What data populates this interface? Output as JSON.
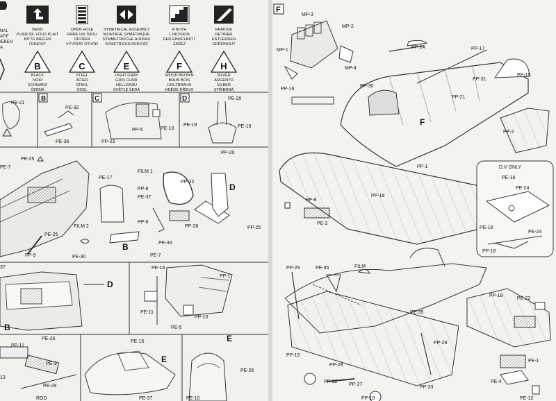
{
  "legend": {
    "symbols": [
      {
        "glyph": "↱",
        "lines": [
          "BEND",
          "PLIER SIL VOUS PLAIT",
          "BITTE BIEGEN",
          "OHNOUT"
        ]
      },
      {
        "glyph": "",
        "lines": [
          "OPEN HOLE",
          "FAIRE UN TROU",
          "OFFNEN",
          "VYVRTAT OTVOR"
        ]
      },
      {
        "glyph": "◀▶",
        "lines": [
          "SYMETRICAL ASSEMBLY",
          "MONTAGE SYMÉTRIQUE",
          "SYMMETRISCHE AUFBAU",
          "SYMETRICKÁ MONTÁŽ"
        ]
      },
      {
        "glyph": "",
        "lines": [
          "A NOTH",
          "L INCISION",
          "DER EINSCHNITT",
          "ZÁŘEZ"
        ]
      },
      {
        "glyph": "",
        "lines": [
          "REMOVE",
          "RETIRER",
          "ENTFERNEN",
          "ODŘÍZNOUT"
        ]
      }
    ],
    "left_fragments": [
      "NAL",
      "ATIF",
      "IEBEN",
      "A"
    ],
    "colors": [
      {
        "letter": "B",
        "lines": [
          "BLACK",
          "NOIR",
          "SCHWARZ",
          "ČERNÁ"
        ]
      },
      {
        "letter": "C",
        "lines": [
          "STEEL",
          "ACIER",
          "STAHL",
          "OCEL"
        ]
      },
      {
        "letter": "E",
        "lines": [
          "LIGHT GRAY",
          "GRIS CLAIR",
          "HELLGRAU",
          "SVĚTLE ŠEDÁ"
        ]
      },
      {
        "letter": "F",
        "lines": [
          "WOOD BROWN",
          "BRUN BOIS",
          "HOLZBRAUN",
          "HNĚDÉ DŘEVO"
        ]
      },
      {
        "letter": "H",
        "lines": [
          "SILVER",
          "ARGENTO",
          "SILBER",
          "STŘÍBRNÁ"
        ]
      }
    ]
  },
  "left_page": {
    "row1": {
      "a_labels": [
        "PE-21"
      ],
      "b": {
        "letter": "B",
        "labels": [
          "PE-32",
          "PE-36"
        ]
      },
      "c": {
        "letter": "C",
        "labels": [
          "PP-5",
          "PE-10",
          "PP-23"
        ]
      },
      "d": {
        "letter": "D",
        "labels": [
          "PE-20",
          "PE-19",
          "PE-19",
          "PP-20"
        ]
      }
    },
    "row2": {
      "labels": [
        "PE-25",
        "PE-7",
        "PE-17",
        "FILM 1",
        "PP-22",
        "PP-8",
        "PE-37",
        "FILM 2",
        "PE-25",
        "PP-9",
        "PE-30",
        "PP-6",
        "PP-26",
        "PE-34",
        "PE-7",
        "PP-25"
      ],
      "letters": [
        "B",
        "D"
      ]
    },
    "row3": {
      "labels": [
        "37",
        "PE-16",
        "PP-1",
        "PE-11",
        "PE-5",
        "PP-10"
      ],
      "letters": [
        "D",
        "B"
      ]
    },
    "row4": {
      "labels": [
        "PP-11",
        "PE-26",
        "PE-3",
        "13",
        "PE-29",
        "ROD",
        "PE-15",
        "PE-37",
        "PE-26",
        "PE-10"
      ],
      "letters": [
        "E",
        "E"
      ]
    }
  },
  "right_page": {
    "section_letter": "F",
    "top_labels": [
      "MP-3",
      "MP-2",
      "MP-1",
      "MP-4",
      "PP-24",
      "PP-17",
      "PP-15",
      "PP-16",
      "PP-30",
      "PP-31",
      "PP-21",
      "F",
      "PP-2",
      "PP-1"
    ],
    "mid_labels": [
      "PP-8",
      "PE-2",
      "PP-18"
    ],
    "dv_callout": {
      "title": "D.V ONLY",
      "labels": [
        "PE-18",
        "PE-24",
        "PE-18",
        "PE-24",
        "PP-18"
      ]
    },
    "bottom_labels": [
      "PP-29",
      "PE-35",
      "FILM",
      "PE-35",
      "PP-29",
      "PP-19",
      "PP-28",
      "PP-32",
      "PP-27",
      "PP-33",
      "PP-19"
    ],
    "bottom_right_labels": [
      "PP-18",
      "PE-22",
      "PE-1",
      "PE-4",
      "PE-12"
    ]
  }
}
